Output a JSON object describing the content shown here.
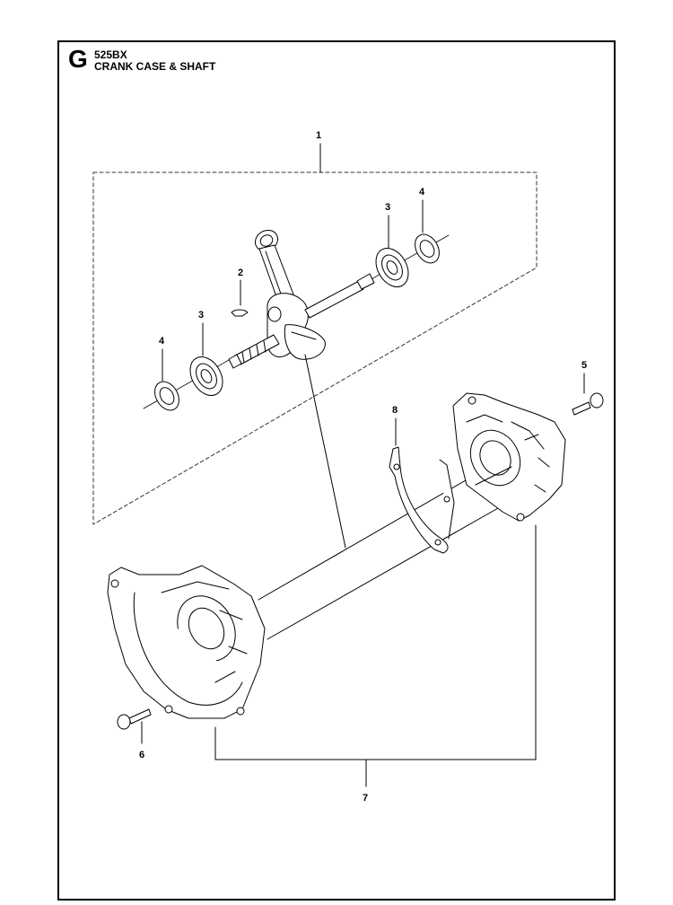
{
  "header": {
    "section_letter": "G",
    "model": "525BX",
    "title": "CRANK CASE & SHAFT"
  },
  "callouts": [
    {
      "id": "c1",
      "label": "1"
    },
    {
      "id": "c2",
      "label": "2"
    },
    {
      "id": "c3a",
      "label": "3"
    },
    {
      "id": "c3b",
      "label": "3"
    },
    {
      "id": "c4a",
      "label": "4"
    },
    {
      "id": "c4b",
      "label": "4"
    },
    {
      "id": "c5",
      "label": "5"
    },
    {
      "id": "c6",
      "label": "6"
    },
    {
      "id": "c7",
      "label": "7"
    },
    {
      "id": "c8",
      "label": "8"
    }
  ]
}
